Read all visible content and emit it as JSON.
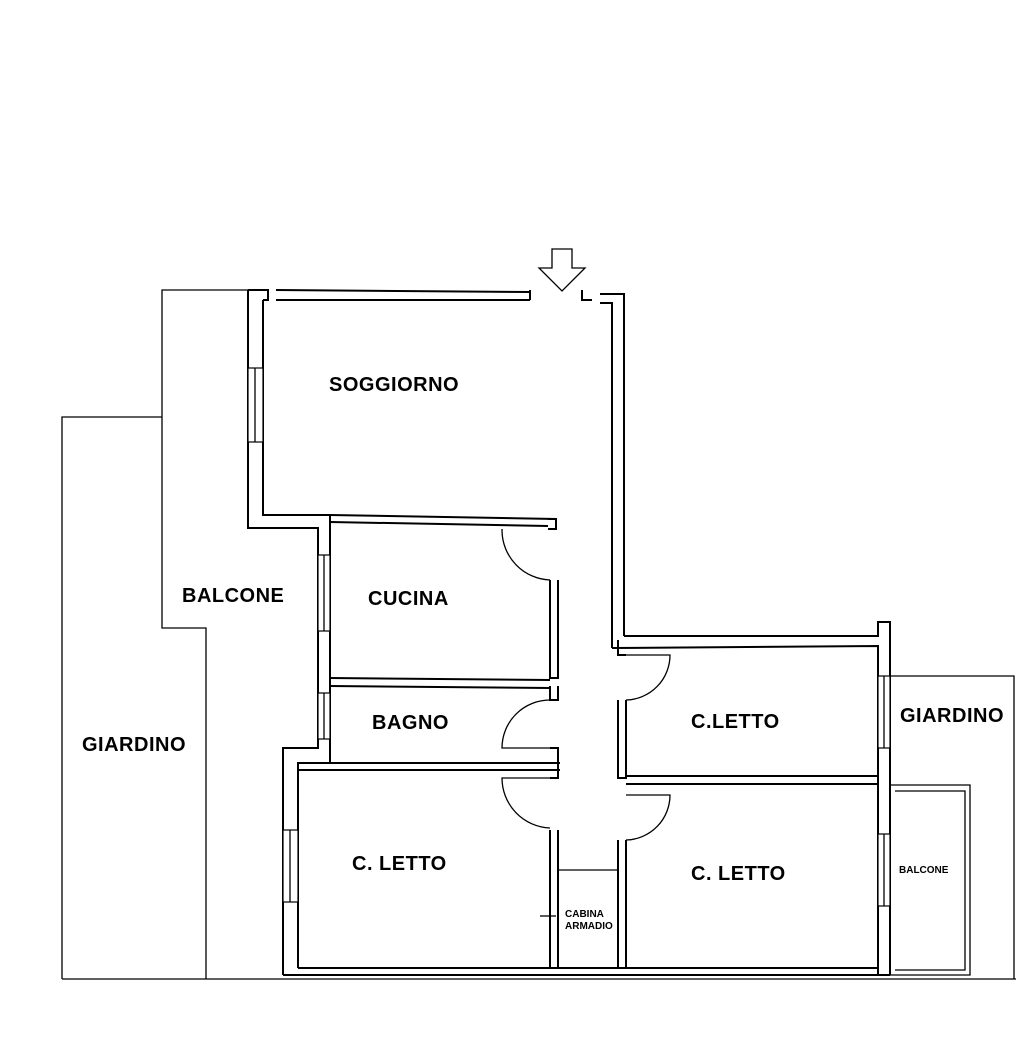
{
  "rooms": {
    "soggiorno": "SOGGIORNO",
    "balcone_left": "BALCONE",
    "cucina": "CUCINA",
    "bagno": "BAGNO",
    "giardino_left": "GIARDINO",
    "cletto_right_upper": "C.LETTO",
    "giardino_right": "GIARDINO",
    "cletto_left_lower": "C. LETTO",
    "cletto_right_lower": "C. LETTO",
    "balcone_right": "BALCONE",
    "cabina_line1": "CABINA",
    "cabina_line2": "ARMADIO"
  }
}
